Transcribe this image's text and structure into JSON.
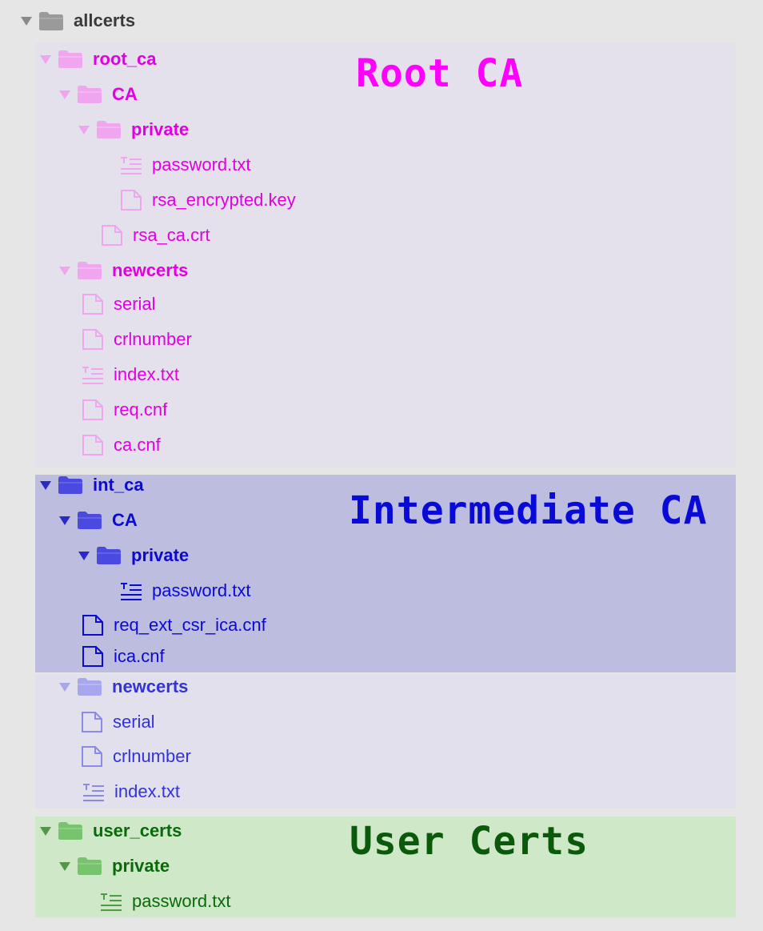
{
  "colors": {
    "gray_text": "#3a3a3a",
    "gray_folder": "#9a9a9a",
    "root_text": "#e000e0",
    "root_icon": "#f0a6ee",
    "int_text": "#0a0ad0",
    "int_icon": "#4a4ae0",
    "newcerts_text": "#3333d8",
    "newcerts_icon": "#a7a7ee",
    "user_text": "#0a6a0a",
    "user_icon": "#78c46e"
  },
  "tree": {
    "root": {
      "label": "allcerts",
      "icon": "folder-icon"
    },
    "root_ca": {
      "folder": "root_ca",
      "ca": "CA",
      "private": "private",
      "password": "password.txt",
      "rsa_key": "rsa_encrypted.key",
      "rsa_crt": "rsa_ca.crt",
      "newcerts": "newcerts",
      "serial": "serial",
      "crlnumber": "crlnumber",
      "index": "index.txt",
      "req": "req.cnf",
      "ca_cnf": "ca.cnf"
    },
    "int_ca": {
      "folder": "int_ca",
      "ca": "CA",
      "private": "private",
      "password": "password.txt",
      "req_ext": "req_ext_csr_ica.cnf",
      "ica": "ica.cnf",
      "newcerts": "newcerts",
      "serial": "serial",
      "crlnumber": "crlnumber",
      "index": "index.txt"
    },
    "user_certs": {
      "folder": "user_certs",
      "private": "private",
      "password": "password.txt"
    }
  },
  "annotations": {
    "root_ca": "Root CA",
    "int_ca": "Intermediate CA",
    "user_certs": "User Certs"
  }
}
